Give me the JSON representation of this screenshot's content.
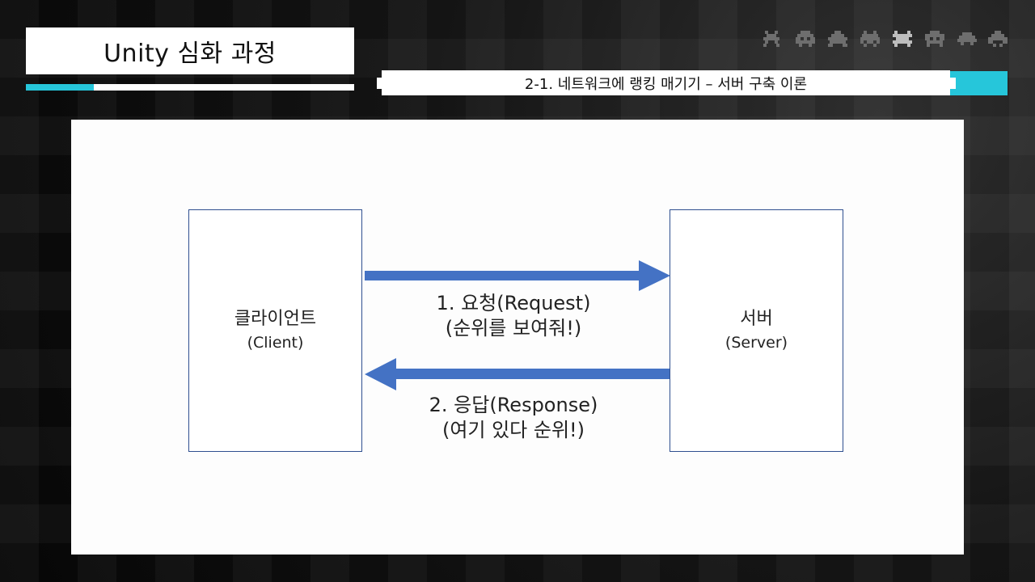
{
  "header": {
    "title": "Unity 심화 과정",
    "subtitle": "2-1. 네트워크에 랭킹 매기기 – 서버 구축 이론"
  },
  "colors": {
    "accent": "#26c6da",
    "arrow": "#4472c4",
    "box_border": "#2f4f8f"
  },
  "diagram": {
    "client": {
      "label": "클라이언트",
      "sublabel": "(Client)"
    },
    "server": {
      "label": "서버",
      "sublabel": "(Server)"
    },
    "request": {
      "line1": "1. 요청(Request)",
      "line2": "(순위를 보여줘!)",
      "direction": "client-to-server"
    },
    "response": {
      "line1": "2. 응답(Response)",
      "line2": "(여기 있다 순위!)",
      "direction": "server-to-client"
    }
  },
  "decorations": {
    "invaders": [
      "space-invader-icon",
      "space-invader-icon",
      "space-invader-icon",
      "space-invader-icon",
      "space-invader-icon",
      "space-invader-icon",
      "space-invader-icon",
      "space-invader-icon"
    ]
  }
}
